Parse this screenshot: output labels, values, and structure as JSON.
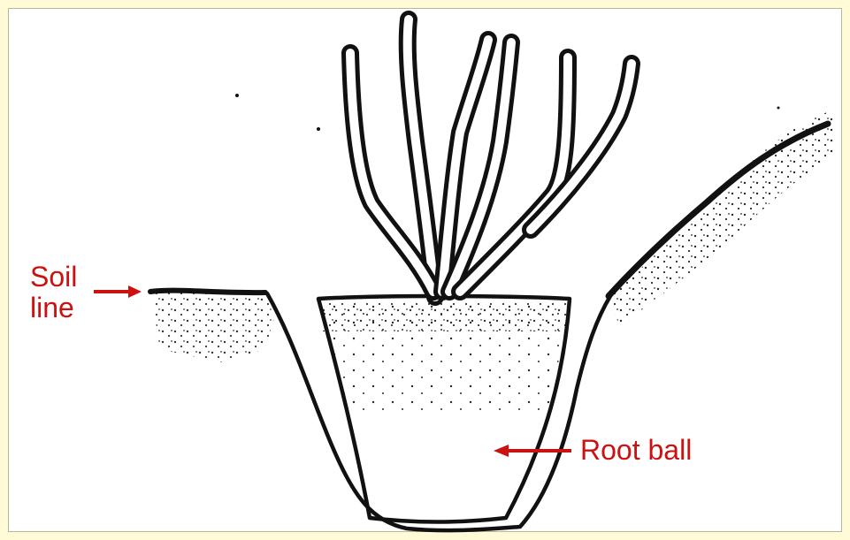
{
  "labels": {
    "soil_line_1": "Soil",
    "soil_line_2": "line",
    "root_ball": "Root ball"
  },
  "colors": {
    "label_red": "#cc1111",
    "ink": "#111111",
    "frame": "#fffbd6"
  },
  "icons": {
    "soil_arrow": "arrow-right-icon",
    "root_arrow": "arrow-left-icon"
  }
}
